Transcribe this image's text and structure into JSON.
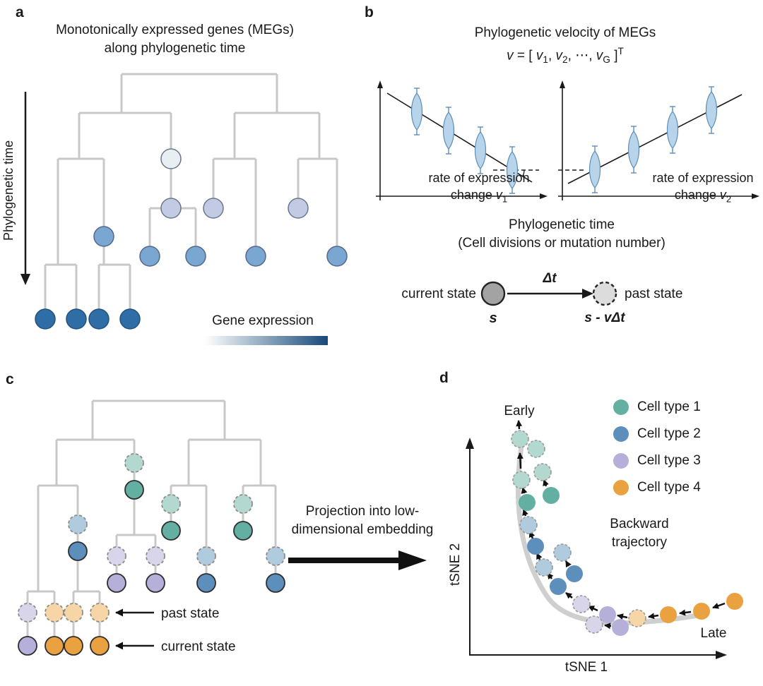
{
  "colors": {
    "branch": "#c8c8c8",
    "expr_lightest": "#e9eef3",
    "expr_light": "#c2cbe3",
    "expr_medium": "#7aa7d2",
    "expr_dark": "#2f6da6",
    "expr_gradient_end": "#17497a",
    "violin_fill": "#b8d4ea",
    "violin_stroke": "#5b8db8",
    "teal": "#63b0a3",
    "teal_faded": "#b2d8d0",
    "blue": "#5d8fbc",
    "blue_faded": "#b0cade",
    "lavender": "#b5b0d9",
    "lavender_faded": "#d8d5eb",
    "orange": "#e9a23f",
    "orange_faded": "#f6d6a6",
    "current_gray": "#a3a3a3",
    "past_gray": "#dcdcdc",
    "trajectory_gray": "#cfcfcf"
  },
  "panel_a": {
    "label": "a",
    "title_line1": "Monotonically expressed genes (MEGs)",
    "title_line2": "along phylogenetic time",
    "axis_label": "Phylogenetic time",
    "legend_label": "Gene expression"
  },
  "panel_b": {
    "label": "b",
    "title": "Phylogenetic velocity of MEGs",
    "formula": {
      "v": "v",
      "eq": " = [ ",
      "v1": "v",
      "s1": "1",
      "c1": ", ",
      "v2": "v",
      "s2": "2",
      "c2": ", ⋯, ",
      "vg": "v",
      "sg": "G",
      "close": " ]",
      "sup": "T"
    },
    "plot1_caption_line1": "rate of expression",
    "plot1_caption_line2": "change ",
    "plot1_var": "v",
    "plot1_sub": "1",
    "plot2_caption_line1": "rate of expression",
    "plot2_caption_line2": "change ",
    "plot2_var": "v",
    "plot2_sub": "2",
    "xaxis_line1": "Phylogenetic time",
    "xaxis_line2": "(Cell divisions or mutation number)",
    "current_state_label": "current state",
    "current_state_symbol": "s",
    "delta_label": "Δt",
    "past_state_label": "past state",
    "past_formula": {
      "s": "s",
      "minus": " - ",
      "v": "v",
      "dt": "Δt"
    }
  },
  "panel_c": {
    "label": "c",
    "past_state_label": "past state",
    "current_state_label": "current state"
  },
  "projection": {
    "line1": "Projection into low-",
    "line2": "dimensional embedding"
  },
  "panel_d": {
    "label": "d",
    "legend": [
      {
        "label": "Cell type 1",
        "color": "#63b0a3"
      },
      {
        "label": "Cell type 2",
        "color": "#5d8fbc"
      },
      {
        "label": "Cell type 3",
        "color": "#b5b0d9"
      },
      {
        "label": "Cell type 4",
        "color": "#e9a23f"
      }
    ],
    "early_label": "Early",
    "late_label": "Late",
    "trajectory_label_line1": "Backward",
    "trajectory_label_line2": "trajectory",
    "xaxis_label": "tSNE 1",
    "yaxis_label": "tSNE 2"
  }
}
